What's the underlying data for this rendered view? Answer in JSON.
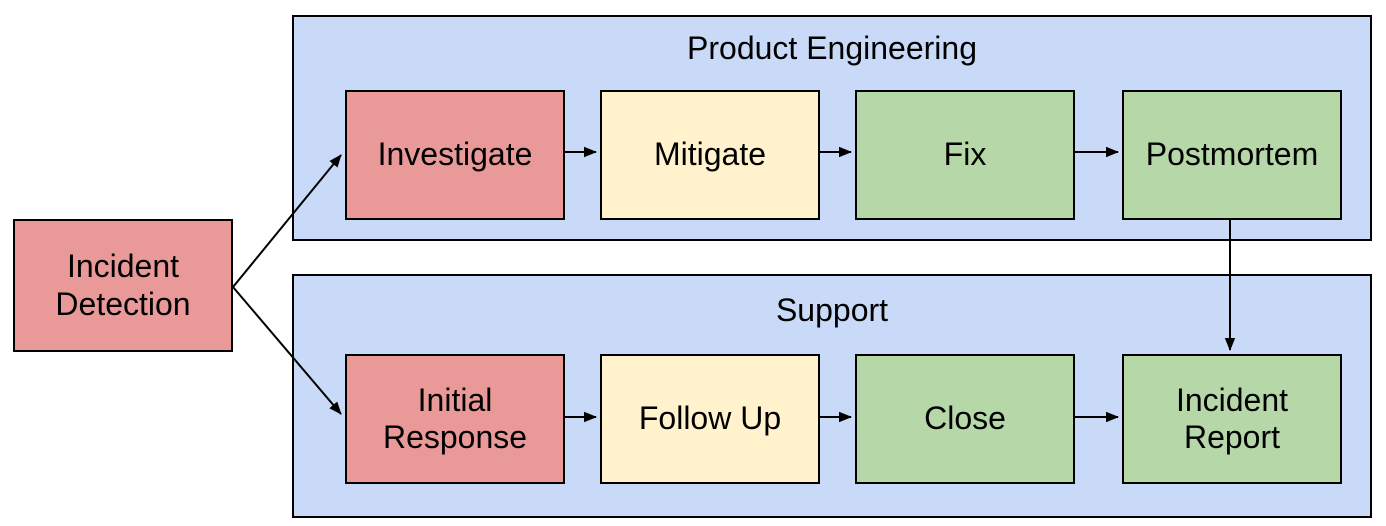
{
  "diagram": {
    "background": "#ffffff",
    "border_color": "#000000",
    "text_color": "#000000",
    "palette": {
      "lane_fill": "#c9daf8",
      "red_step": "#ea9999",
      "yellow_step": "#fff2cc",
      "green_step": "#b6d7a8"
    },
    "source_node": {
      "label": "Incident Detection",
      "fill": "#ea9999"
    },
    "lanes": [
      {
        "title": "Product Engineering",
        "fill": "#c9daf8",
        "nodes": [
          {
            "label": "Investigate",
            "fill": "#ea9999"
          },
          {
            "label": "Mitigate",
            "fill": "#fff2cc"
          },
          {
            "label": "Fix",
            "fill": "#b6d7a8"
          },
          {
            "label": "Postmortem",
            "fill": "#b6d7a8"
          }
        ]
      },
      {
        "title": "Support",
        "fill": "#c9daf8",
        "nodes": [
          {
            "label": "Initial Response",
            "fill": "#ea9999"
          },
          {
            "label": "Follow Up",
            "fill": "#fff2cc"
          },
          {
            "label": "Close",
            "fill": "#b6d7a8"
          },
          {
            "label": "Incident Report",
            "fill": "#b6d7a8"
          }
        ]
      }
    ],
    "connections": [
      {
        "from": "Incident Detection",
        "to": "Investigate"
      },
      {
        "from": "Incident Detection",
        "to": "Initial Response"
      },
      {
        "from": "Investigate",
        "to": "Mitigate"
      },
      {
        "from": "Mitigate",
        "to": "Fix"
      },
      {
        "from": "Fix",
        "to": "Postmortem"
      },
      {
        "from": "Postmortem",
        "to": "Incident Report"
      },
      {
        "from": "Initial Response",
        "to": "Follow Up"
      },
      {
        "from": "Follow Up",
        "to": "Close"
      },
      {
        "from": "Close",
        "to": "Incident Report"
      }
    ]
  }
}
